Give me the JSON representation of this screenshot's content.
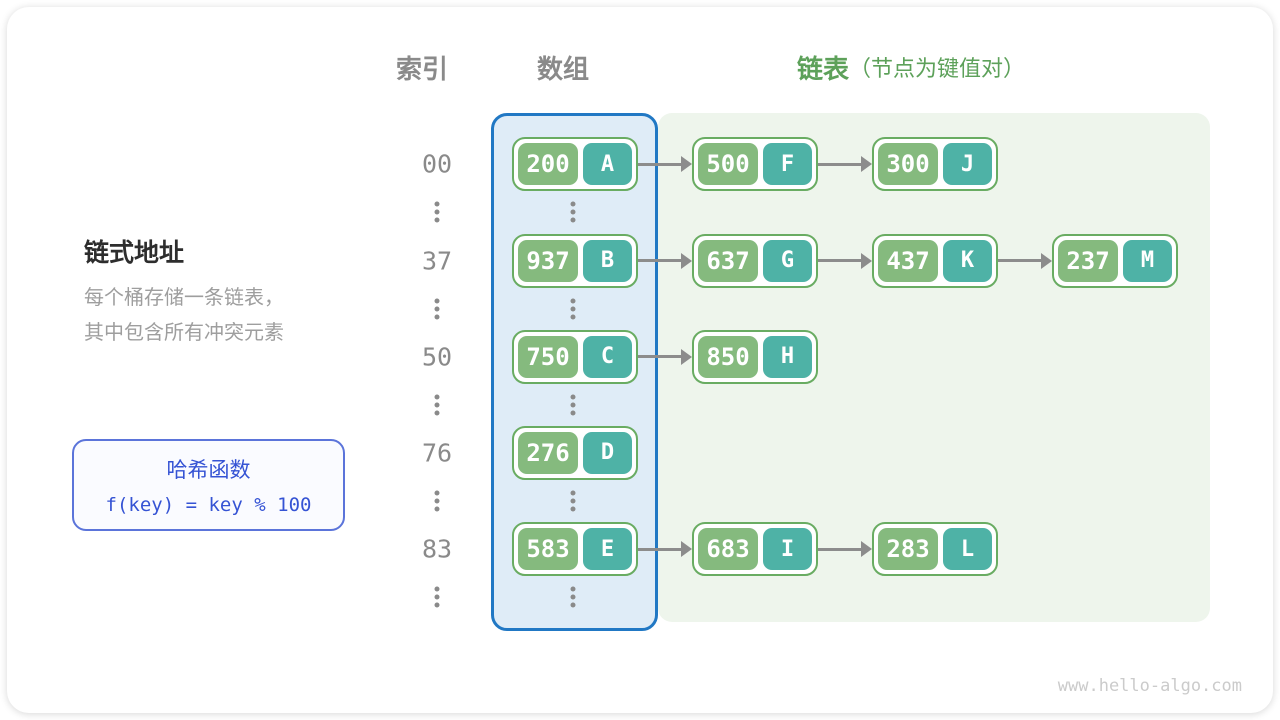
{
  "headers": {
    "index": "索引",
    "array": "数组",
    "list": "链表",
    "list_note": "（节点为键值对）"
  },
  "left_panel": {
    "title": "链式地址",
    "desc_lines": [
      "每个桶存储一条链表，",
      "其中包含所有冲突元素"
    ]
  },
  "hash_box": {
    "title": "哈希函数",
    "formula": "f(key) = key % 100"
  },
  "buckets": [
    {
      "index": "00",
      "nodes": [
        {
          "key": "200",
          "value": "A"
        },
        {
          "key": "500",
          "value": "F"
        },
        {
          "key": "300",
          "value": "J"
        }
      ]
    },
    {
      "index": "37",
      "nodes": [
        {
          "key": "937",
          "value": "B"
        },
        {
          "key": "637",
          "value": "G"
        },
        {
          "key": "437",
          "value": "K"
        },
        {
          "key": "237",
          "value": "M"
        }
      ]
    },
    {
      "index": "50",
      "nodes": [
        {
          "key": "750",
          "value": "C"
        },
        {
          "key": "850",
          "value": "H"
        }
      ]
    },
    {
      "index": "76",
      "nodes": [
        {
          "key": "276",
          "value": "D"
        }
      ]
    },
    {
      "index": "83",
      "nodes": [
        {
          "key": "583",
          "value": "E"
        },
        {
          "key": "683",
          "value": "I"
        },
        {
          "key": "283",
          "value": "L"
        }
      ]
    }
  ],
  "watermark": "www.hello-algo.com",
  "colors": {
    "key_green": "#85ba7e",
    "value_teal": "#4eb2a6",
    "node_border": "#69ac62",
    "array_fill": "#dfecf7",
    "array_border": "#2178c4",
    "list_fill": "#eef5ec",
    "header_green": "#5da15a",
    "accent_blue": "#3553d4",
    "arrow_gray": "#8c8c8c",
    "index_gray": "#8a8a8a"
  }
}
